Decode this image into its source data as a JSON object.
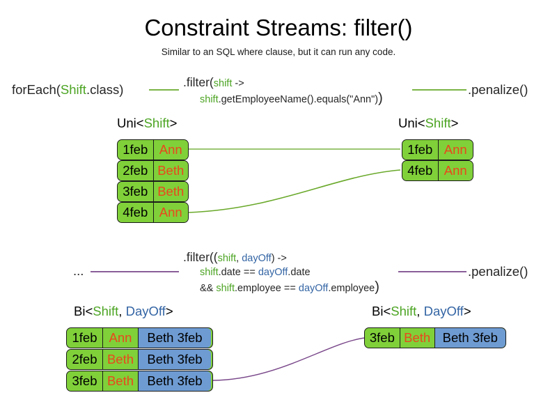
{
  "header": {
    "title": "Constraint Streams: filter()",
    "subtitle": "Similar to an SQL where clause, but it can run any code."
  },
  "colors": {
    "shift_green": "#4ca423",
    "dayoff_blue": "#3465a4",
    "card_green": "#80d03a",
    "card_blue": "#6e9bd2",
    "name_orange": "#e8481c",
    "wire_green": "#6aa92b",
    "wire_purple": "#79478a"
  },
  "row1": {
    "source_label": {
      "prefix": "forEach(",
      "type": "Shift",
      "suffix": ".class)"
    },
    "operation": {
      "line1_prefix": ".filter(",
      "line1_var": "shift",
      "line1_suffix": " ->",
      "line2_var": "shift",
      "line2_rest": ".getEmployeeName().equals(\"Ann\")",
      "line2_close": ")"
    },
    "sink_label": ".penalize()",
    "input_stream": {
      "label_prefix": "Uni<",
      "label_type": "Shift",
      "label_suffix": ">",
      "cards": [
        {
          "date": "1feb",
          "name": "Ann"
        },
        {
          "date": "2feb",
          "name": "Beth"
        },
        {
          "date": "3feb",
          "name": "Beth"
        },
        {
          "date": "4feb",
          "name": "Ann"
        }
      ]
    },
    "output_stream": {
      "label_prefix": "Uni<",
      "label_type": "Shift",
      "label_suffix": ">",
      "cards": [
        {
          "date": "1feb",
          "name": "Ann"
        },
        {
          "date": "4feb",
          "name": "Ann"
        }
      ]
    }
  },
  "row2": {
    "source_label": "...",
    "operation": {
      "line1_prefix": ".filter((",
      "line1_var1": "shift",
      "line1_sep": ", ",
      "line1_var2": "dayOff",
      "line1_suffix": ") ->",
      "line2_var1": "shift",
      "line2_mid": ".date == ",
      "line2_var2": "dayOff",
      "line2_end": ".date",
      "line3_amp": "&& ",
      "line3_var1": "shift",
      "line3_mid": ".employee == ",
      "line3_var2": "dayOff",
      "line3_end": ".employee",
      "line3_close": ")"
    },
    "sink_label": ".penalize()",
    "input_stream": {
      "label_prefix": "Bi<",
      "label_type1": "Shift",
      "label_sep": ", ",
      "label_type2": "DayOff",
      "label_suffix": ">",
      "cards": [
        {
          "date": "1feb",
          "name": "Ann",
          "dayoff": "Beth 3feb"
        },
        {
          "date": "2feb",
          "name": "Beth",
          "dayoff": "Beth 3feb"
        },
        {
          "date": "3feb",
          "name": "Beth",
          "dayoff": "Beth 3feb"
        }
      ]
    },
    "output_stream": {
      "label_prefix": "Bi<",
      "label_type1": "Shift",
      "label_sep": ", ",
      "label_type2": "DayOff",
      "label_suffix": ">",
      "cards": [
        {
          "date": "3feb",
          "name": "Beth",
          "dayoff": "Beth 3feb"
        }
      ]
    }
  }
}
